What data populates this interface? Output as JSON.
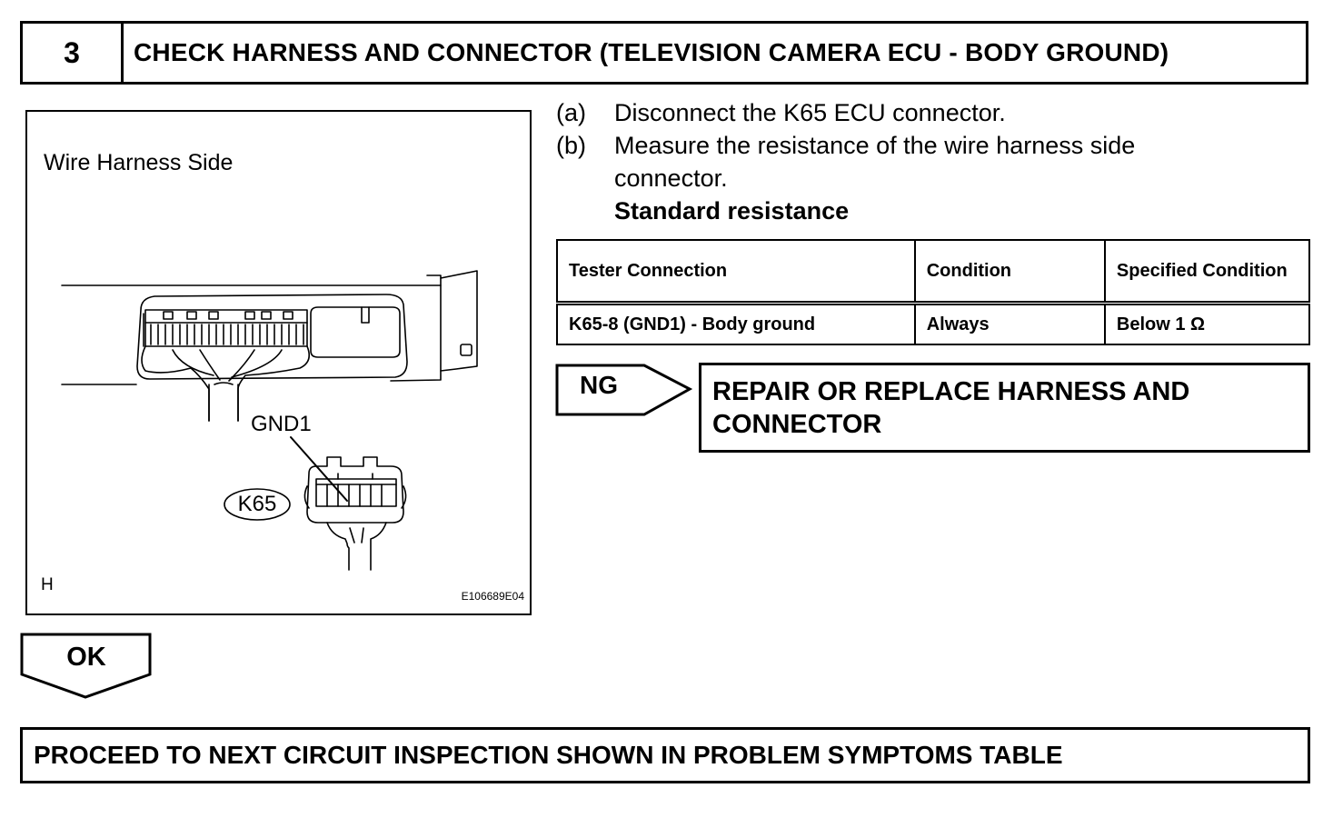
{
  "header": {
    "step_number": "3",
    "title": "CHECK HARNESS AND CONNECTOR (TELEVISION CAMERA ECU - BODY GROUND)"
  },
  "figure": {
    "caption": "Wire Harness Side",
    "terminal_label": "GND1",
    "connector_label": "K65",
    "corner_mark": "H",
    "figure_id": "E106689E04"
  },
  "steps": [
    {
      "label": "(a)",
      "text": "Disconnect the K65 ECU connector."
    },
    {
      "label": "(b)",
      "text": "Measure the resistance of the wire harness side connector."
    }
  ],
  "standard_title": "Standard resistance",
  "table": {
    "headers": [
      "Tester Connection",
      "Condition",
      "Specified Condition"
    ],
    "rows": [
      [
        "K65-8 (GND1) - Body ground",
        "Always",
        "Below 1 Ω"
      ]
    ]
  },
  "ng": {
    "label": "NG",
    "action": "REPAIR OR REPLACE HARNESS AND CONNECTOR"
  },
  "ok": {
    "label": "OK",
    "action": "PROCEED TO NEXT CIRCUIT INSPECTION SHOWN IN PROBLEM SYMPTOMS TABLE"
  }
}
